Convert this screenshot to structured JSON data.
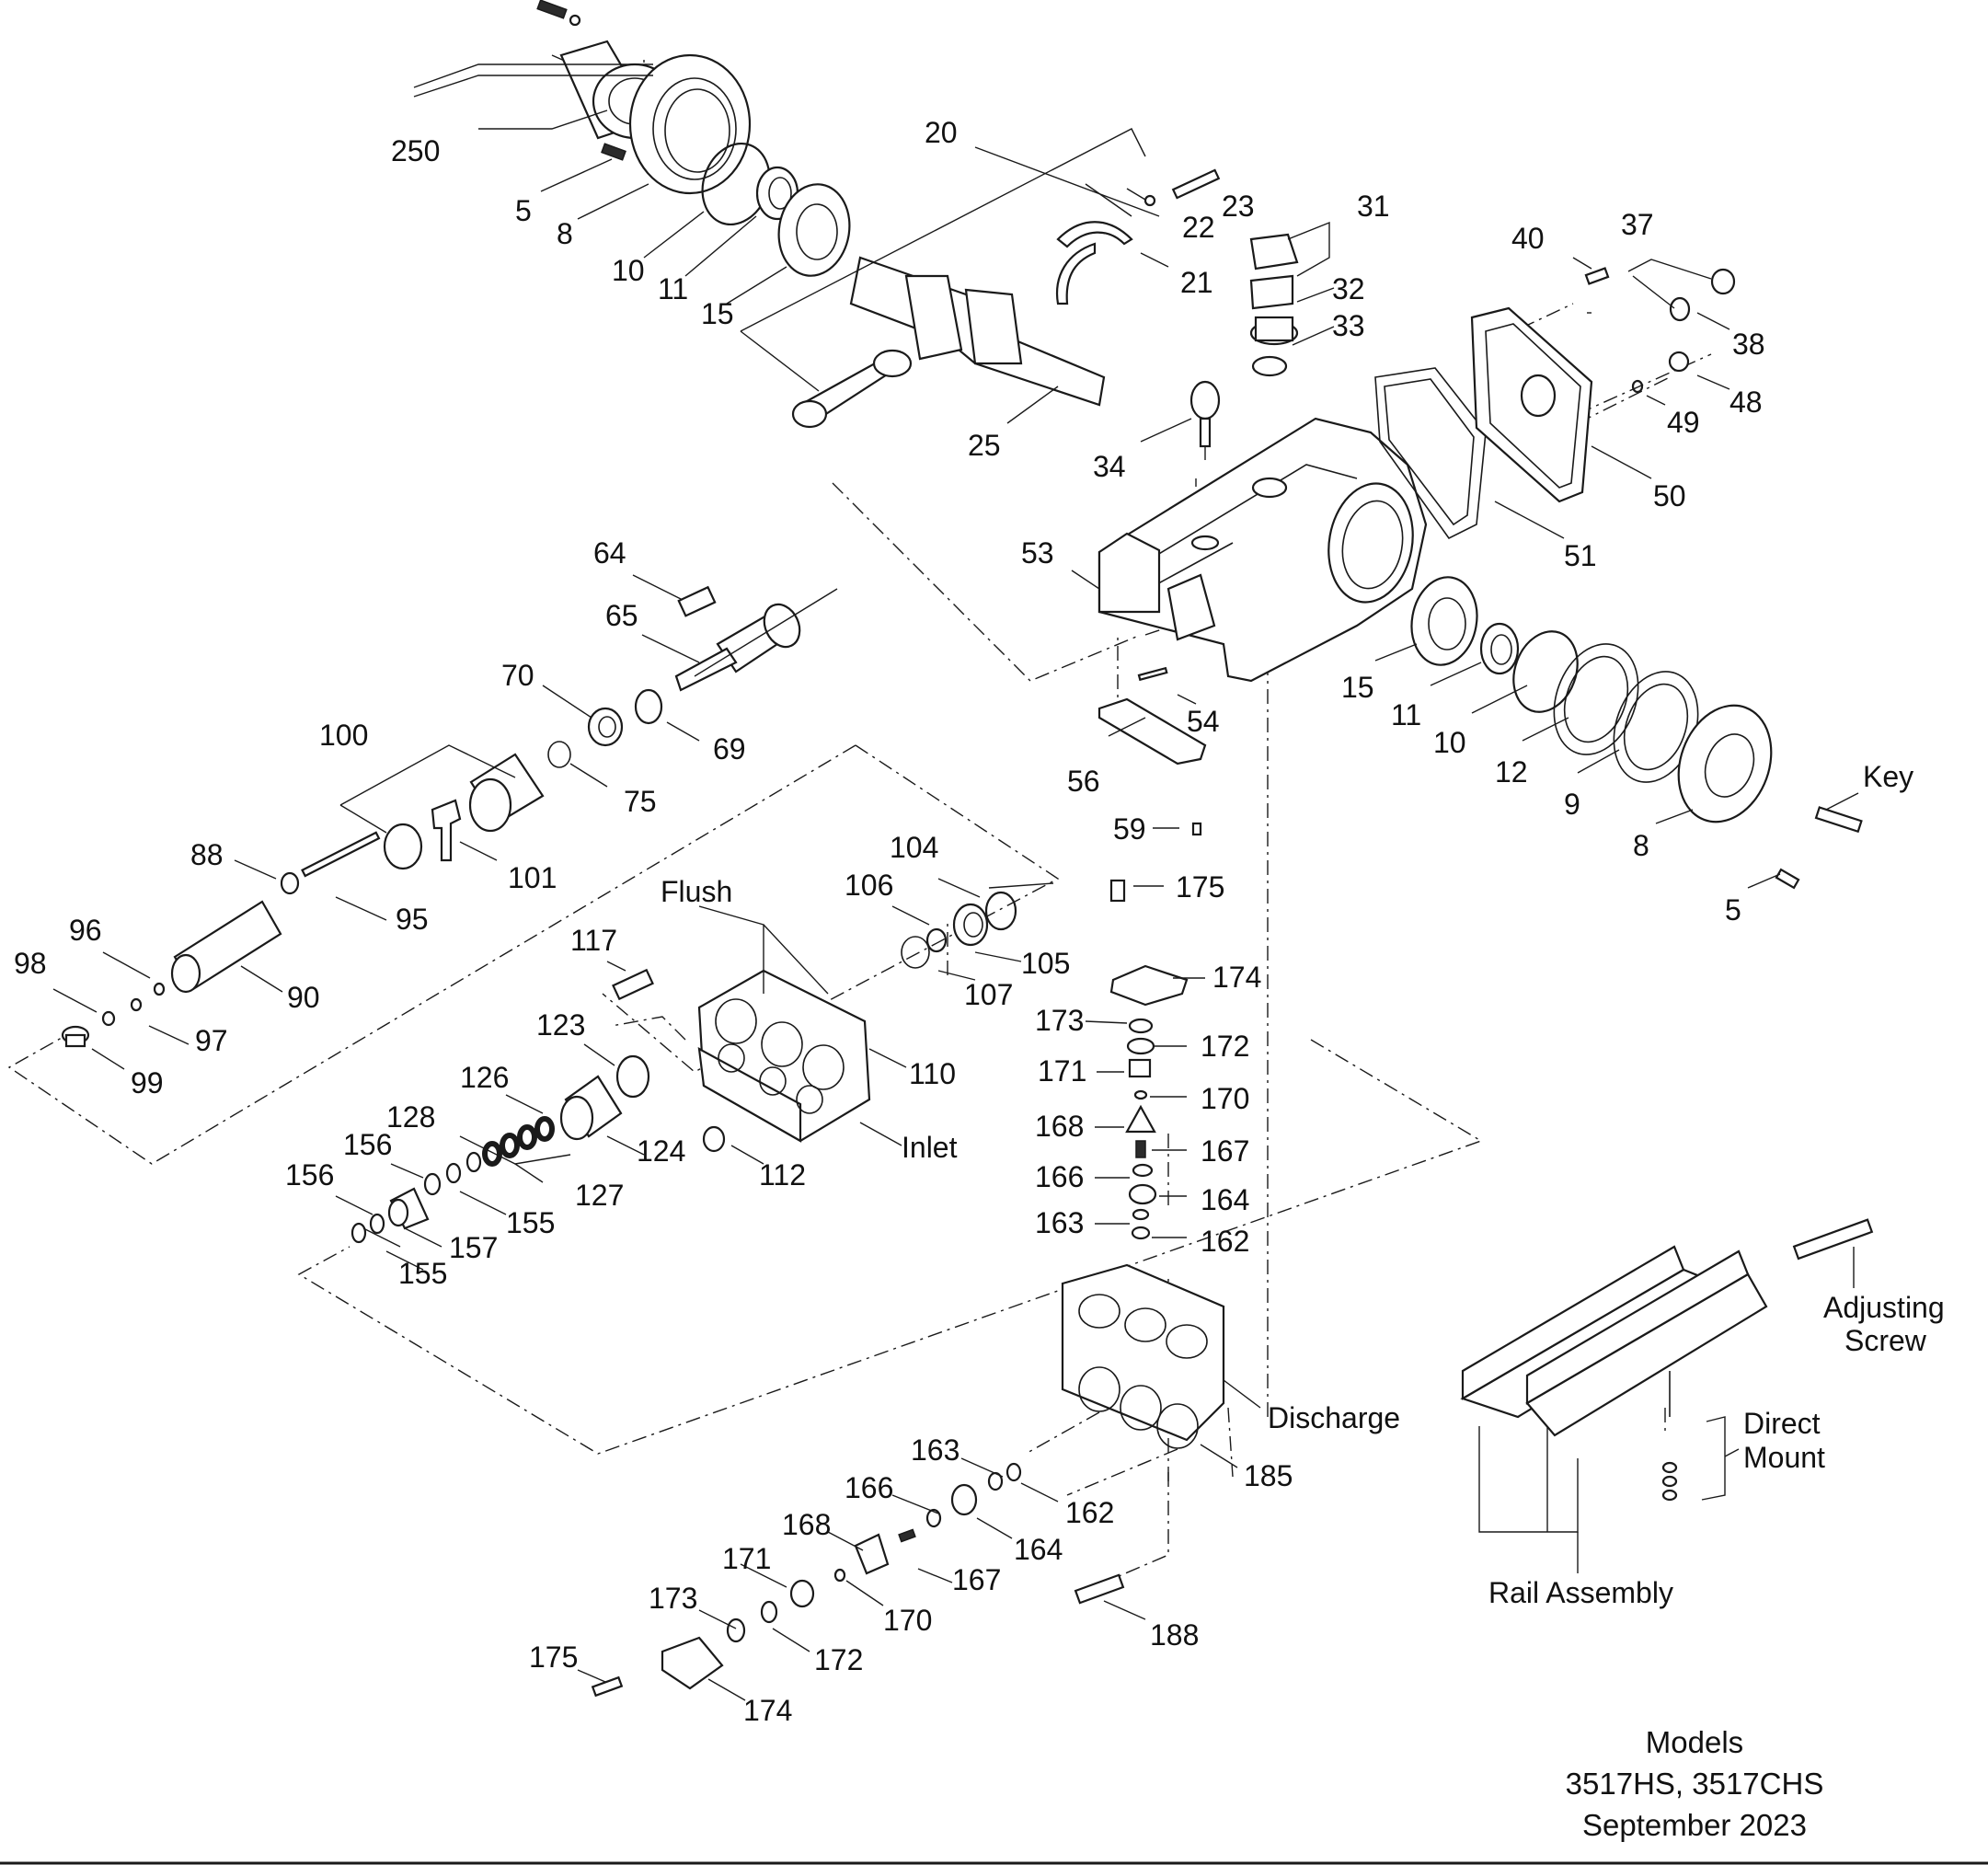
{
  "callouts": {
    "c250": "250",
    "c5a": "5",
    "c8a": "8",
    "c10a": "10",
    "c11a": "11",
    "c15a": "15",
    "c20": "20",
    "c22": "22",
    "c23": "23",
    "c21": "21",
    "c25": "25",
    "c31": "31",
    "c32": "32",
    "c33": "33",
    "c34": "34",
    "c40": "40",
    "c37": "37",
    "c38": "38",
    "c48": "48",
    "c49": "49",
    "c50": "50",
    "c51": "51",
    "c53": "53",
    "c54": "54",
    "c56": "56",
    "c59": "59",
    "c15b": "15",
    "c11b": "11",
    "c10b": "10",
    "c12": "12",
    "c9": "9",
    "c8b": "8",
    "c5b": "5",
    "key": "Key",
    "c64": "64",
    "c65": "65",
    "c70": "70",
    "c69": "69",
    "c75": "75",
    "c100": "100",
    "c101": "101",
    "c88": "88",
    "c95": "95",
    "c96": "96",
    "c90": "90",
    "c98": "98",
    "c97": "97",
    "c99": "99",
    "c104": "104",
    "c106": "106",
    "c105": "105",
    "c107": "107",
    "flush": "Flush",
    "c117": "117",
    "c110": "110",
    "c123": "123",
    "inlet": "Inlet",
    "c112": "112",
    "c126": "126",
    "c124": "124",
    "c128": "128",
    "c127": "127",
    "c156a": "156",
    "c156b": "156",
    "c155a": "155",
    "c155b": "155",
    "c157": "157",
    "c175a": "175",
    "c174a": "174",
    "c173a": "173",
    "c172a": "172",
    "c171a": "171",
    "c170a": "170",
    "c168a": "168",
    "c167a": "167",
    "c166a": "166",
    "c164a": "164",
    "c163a": "163",
    "c162a": "162",
    "discharge": "Discharge",
    "c185": "185",
    "c163b": "163",
    "c162b": "162",
    "c166b": "166",
    "c164b": "164",
    "c168b": "168",
    "c167b": "167",
    "c171b": "171",
    "c170b": "170",
    "c173b": "173",
    "c172b": "172",
    "c175b": "175",
    "c174b": "174",
    "c188": "188",
    "adjusting_1": "Adjusting",
    "adjusting_2": "Screw",
    "direct_1": "Direct",
    "direct_2": "Mount",
    "rail": "Rail Assembly"
  },
  "footer": {
    "line1": "Models",
    "line2": "3517HS, 3517CHS",
    "line3": "September 2023"
  }
}
